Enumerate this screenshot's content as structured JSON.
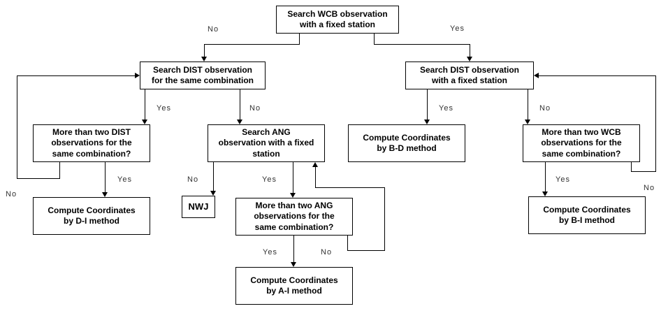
{
  "diagram": {
    "type": "flowchart",
    "background_color": "#ffffff",
    "line_color": "#000000",
    "nodes": {
      "search_wcb": "Search WCB observation\nwith a fixed station",
      "search_dist_same": "Search DIST observation\nfor the same combination",
      "search_dist_fixed": "Search DIST observation\nwith a fixed station",
      "more_dist": "More than two DIST\nobservations for the\nsame combination?",
      "search_ang": "Search ANG\nobservation with a fixed\nstation",
      "compute_bd": "Compute Coordinates\nby B-D method",
      "more_wcb": "More than two WCB\nobservations for the\nsame combination?",
      "compute_di": "Compute Coordinates\nby D-I method",
      "nwj": "NWJ",
      "more_ang": "More than two ANG\nobservations for the\nsame combination?",
      "compute_bi": "Compute Coordinates\nby B-I method",
      "compute_ai": "Compute Coordinates\nby A-I method"
    },
    "edges": [
      {
        "from": "search_wcb",
        "to": "search_dist_same",
        "label": "No"
      },
      {
        "from": "search_wcb",
        "to": "search_dist_fixed",
        "label": "Yes"
      },
      {
        "from": "search_dist_same",
        "to": "more_dist",
        "label": "Yes"
      },
      {
        "from": "search_dist_same",
        "to": "search_ang",
        "label": "No"
      },
      {
        "from": "search_dist_fixed",
        "to": "compute_bd",
        "label": "Yes"
      },
      {
        "from": "search_dist_fixed",
        "to": "more_wcb",
        "label": "No"
      },
      {
        "from": "more_dist",
        "to": "compute_di",
        "label": "Yes"
      },
      {
        "from": "more_dist",
        "to": "search_dist_same",
        "label": "No"
      },
      {
        "from": "search_ang",
        "to": "nwj",
        "label": "No"
      },
      {
        "from": "search_ang",
        "to": "more_ang",
        "label": "Yes"
      },
      {
        "from": "more_ang",
        "to": "compute_ai",
        "label": "Yes"
      },
      {
        "from": "more_ang",
        "to": "search_ang",
        "label": "No"
      },
      {
        "from": "more_wcb",
        "to": "compute_bi",
        "label": "Yes"
      },
      {
        "from": "more_wcb",
        "to": "search_dist_fixed",
        "label": "No"
      }
    ]
  }
}
